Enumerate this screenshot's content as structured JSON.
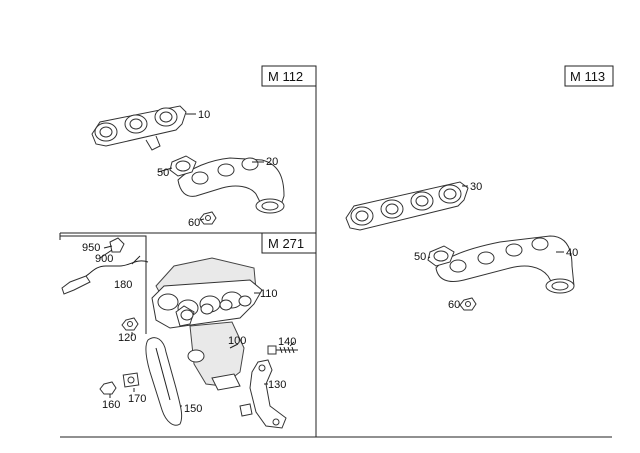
{
  "panels": {
    "m112": "M 112",
    "m113": "M 113",
    "m271": "M 271"
  },
  "callouts": {
    "c10": "10",
    "c20": "20",
    "c30": "30",
    "c40": "40",
    "c50a": "50",
    "c50b": "50",
    "c60a": "60",
    "c60b": "60",
    "c950": "950",
    "c900": "900",
    "c180": "180",
    "c110": "110",
    "c120": "120",
    "c100": "100",
    "c140": "140",
    "c130": "130",
    "c150": "150",
    "c160": "160",
    "c170": "170"
  }
}
